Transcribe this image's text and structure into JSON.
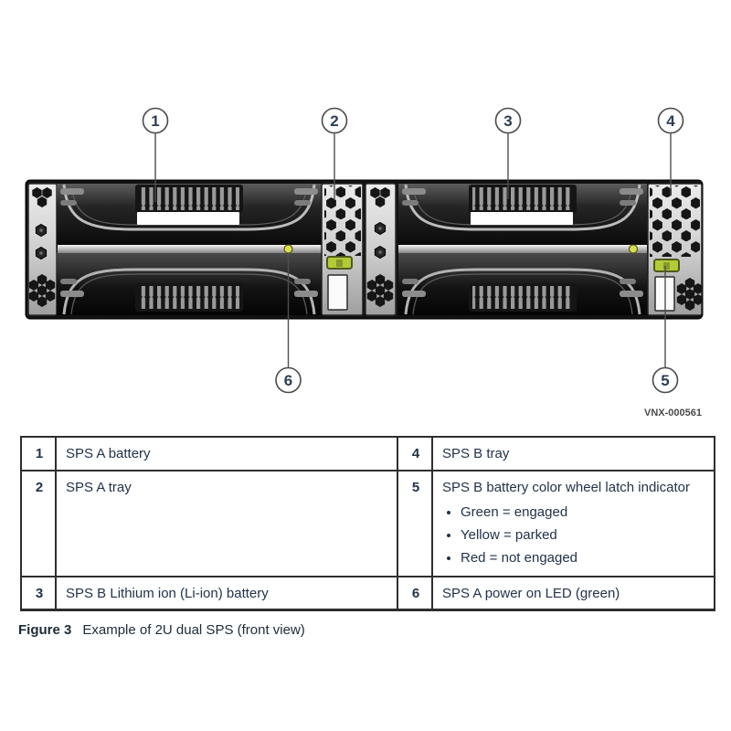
{
  "figure": {
    "callouts": [
      {
        "n": "1"
      },
      {
        "n": "2"
      },
      {
        "n": "3"
      },
      {
        "n": "4"
      },
      {
        "n": "5"
      },
      {
        "n": "6"
      }
    ],
    "watermark": "VNX-000561",
    "led_color": "#d9e04e",
    "latch_color": "#b4cb36"
  },
  "table": {
    "rows": [
      {
        "left_num": "1",
        "left_desc": "SPS A battery",
        "right_num": "4",
        "right_desc": "SPS B tray"
      },
      {
        "left_num": "2",
        "left_desc": "SPS A tray",
        "right_num": "5",
        "right_desc": "SPS B battery color wheel latch indicator",
        "right_bullets": [
          "Green = engaged",
          "Yellow = parked",
          "Red = not engaged"
        ]
      },
      {
        "left_num": "3",
        "left_desc": "SPS B Lithium ion (Li-ion) battery",
        "right_num": "6",
        "right_desc": "SPS A power on LED (green)"
      }
    ]
  },
  "caption": {
    "label": "Figure 3",
    "text": "Example of 2U dual SPS (front view)"
  }
}
